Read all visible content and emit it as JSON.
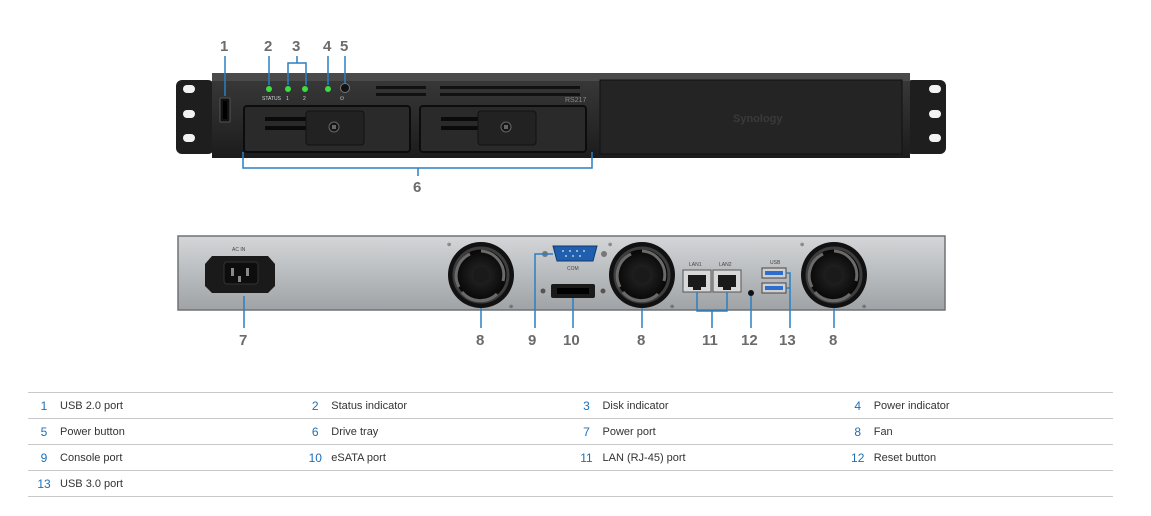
{
  "front_panel": {
    "model": "RS217",
    "brand": "Synology",
    "led_labels": [
      "STATUS",
      "1",
      "2",
      "",
      "⏻"
    ]
  },
  "rear_panel": {
    "ac_label": "AC IN",
    "com_label": "COM",
    "lan1_label": "LAN1",
    "lan2_label": "LAN2",
    "usb_label": "USB"
  },
  "callouts": {
    "c1": "1",
    "c2": "2",
    "c3": "3",
    "c4": "4",
    "c5": "5",
    "c6": "6",
    "c7": "7",
    "c8a": "8",
    "c9": "9",
    "c10": "10",
    "c8b": "8",
    "c11": "11",
    "c12": "12",
    "c13": "13",
    "c8c": "8"
  },
  "legend": [
    {
      "num": "1",
      "label": "USB 2.0 port"
    },
    {
      "num": "2",
      "label": "Status indicator"
    },
    {
      "num": "3",
      "label": "Disk indicator"
    },
    {
      "num": "4",
      "label": "Power indicator"
    },
    {
      "num": "5",
      "label": "Power button"
    },
    {
      "num": "6",
      "label": "Drive tray"
    },
    {
      "num": "7",
      "label": "Power port"
    },
    {
      "num": "8",
      "label": "Fan"
    },
    {
      "num": "9",
      "label": "Console port"
    },
    {
      "num": "10",
      "label": "eSATA port"
    },
    {
      "num": "11",
      "label": "LAN (RJ-45) port"
    },
    {
      "num": "12",
      "label": "Reset button"
    },
    {
      "num": "13",
      "label": "USB 3.0 port"
    }
  ],
  "colors": {
    "callout_line": "#2a7fc1",
    "led_green": "#3fdc3f",
    "chassis": "#2b2b2b",
    "rear_panel": "#b9bcbf",
    "legend_number": "#1d6fb8"
  }
}
